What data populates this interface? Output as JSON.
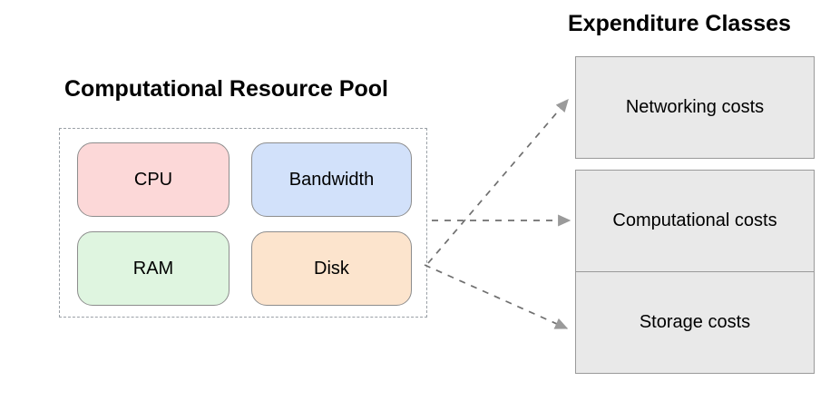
{
  "diagram": {
    "pool": {
      "title": "Computational Resource Pool",
      "resources": [
        {
          "label": "CPU",
          "color": "#fcd8d8"
        },
        {
          "label": "Bandwidth",
          "color": "#d2e1fa"
        },
        {
          "label": "RAM",
          "color": "#dff5e0"
        },
        {
          "label": "Disk",
          "color": "#fce4cd"
        }
      ]
    },
    "classes": {
      "title": "Expenditure Classes",
      "items": [
        {
          "label": "Networking costs"
        },
        {
          "label": "Computational costs"
        },
        {
          "label": "Storage costs"
        }
      ],
      "box_fill": "#e9e9e9",
      "box_border": "#9a9a9a"
    },
    "connectors": {
      "style": "dashed-arrow",
      "color": "#8a8a8a",
      "count": 3
    }
  }
}
